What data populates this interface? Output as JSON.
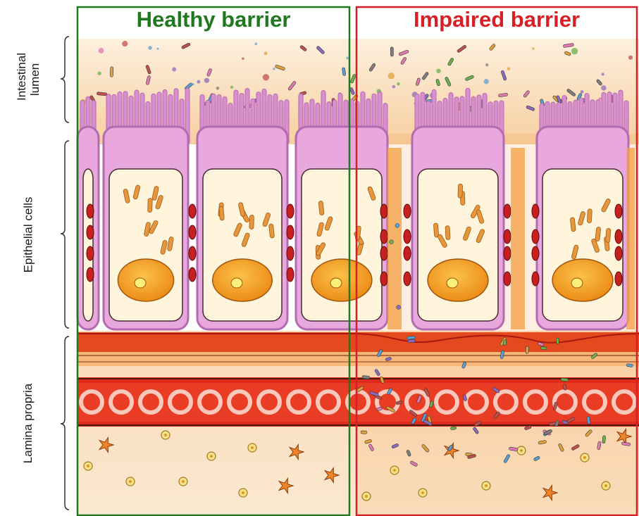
{
  "panels": {
    "healthy": {
      "title": "Healthy barrier",
      "color": "#1f7a1f"
    },
    "impaired": {
      "title": "Impaired barrier",
      "color": "#d91f26"
    }
  },
  "layers": {
    "lumen": "Intestinal lumen",
    "epithelium": "Epithelial cells",
    "lamina": "Lamina propria"
  },
  "colors": {
    "lumen_bg": "#fbe3c6",
    "microvilli": "#d98fcf",
    "cell_membrane": "#b46ab0",
    "cytoplasm": "#fff5dc",
    "nucleus": "#f29a16",
    "mitochondria": "#e8963a",
    "tight_junction": "#c8201f",
    "basement": "#e2451d",
    "blood_vessel": "#d9261c",
    "lamina_bg": "#fbe0bf",
    "leak_fluid": "#f2a24b"
  },
  "icons": [
    "bacterium-icon",
    "immune-cell-icon",
    "red-blood-cell-icon",
    "particle-icon"
  ]
}
